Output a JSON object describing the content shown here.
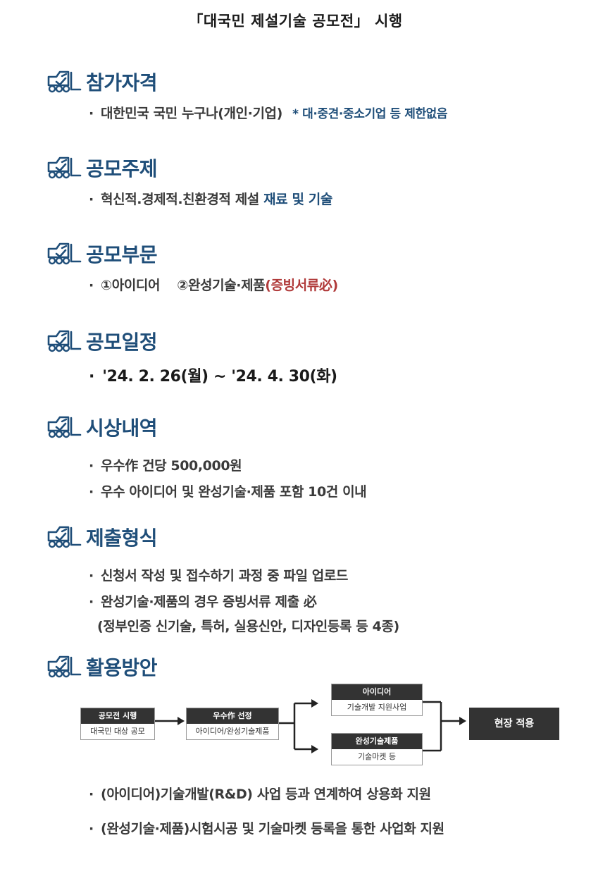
{
  "title": "「대국민 제설기술 공모전」 시행",
  "sections": {
    "eligibility": {
      "title": "참가자격",
      "bullet": "·",
      "text": "대한민국 국민 누구나(개인·기업)",
      "note": "* 대·중견·중소기업 등 제한없음"
    },
    "theme": {
      "title": "공모주제",
      "bullet": "·",
      "text": "혁신적.경제적.친환경적 제설",
      "highlight": "재료 및 기술"
    },
    "category": {
      "title": "공모부문",
      "bullet": "·",
      "item1": "①아이디어",
      "item2": "②완성기술·제품",
      "note": "(증빙서류必)"
    },
    "schedule": {
      "title": "공모일정",
      "bullet": "·",
      "text": "'24. 2. 26(월) ~ '24. 4. 30(화)"
    },
    "awards": {
      "title": "시상내역",
      "bullet": "·",
      "line1": "우수作 건당 500,000원",
      "line2": "우수 아이디어 및 완성기술·제품 포함 10건 이내"
    },
    "submission": {
      "title": "제출형식",
      "bullet": "·",
      "line1": "신청서 작성 및 접수하기 과정 중 파일 업로드",
      "line2": "완성기술·제품의 경우 증빙서류 제출 必",
      "line3": "(정부인증 신기술, 특허, 실용신안, 디자인등록 등 4종)"
    },
    "usage": {
      "title": "활용방안",
      "bullet": "·",
      "line1": "(아이디어)기술개발(R&D) 사업 등과 연계하여 상용화 지원",
      "line2": "(완성기술·제품)시험시공 및 기술마켓 등록을 통한 사업화 지원"
    }
  },
  "flow": {
    "box1": {
      "head": "공모전 시행",
      "body": "대국민 대상 공모"
    },
    "box2": {
      "head": "우수作 선정",
      "body": "아이디어/완성기술제품"
    },
    "box3": {
      "head": "아이디어",
      "body": "기술개발 지원사업"
    },
    "box4": {
      "head": "완성기술제품",
      "body": "기술마켓 등"
    },
    "box5": {
      "label": "현장 적용"
    }
  },
  "colors": {
    "heading_blue": "#1f4e79",
    "accent_red": "#b03a3a",
    "flow_dark": "#333333"
  },
  "icons": {
    "section_icon": "forklift-icon"
  }
}
